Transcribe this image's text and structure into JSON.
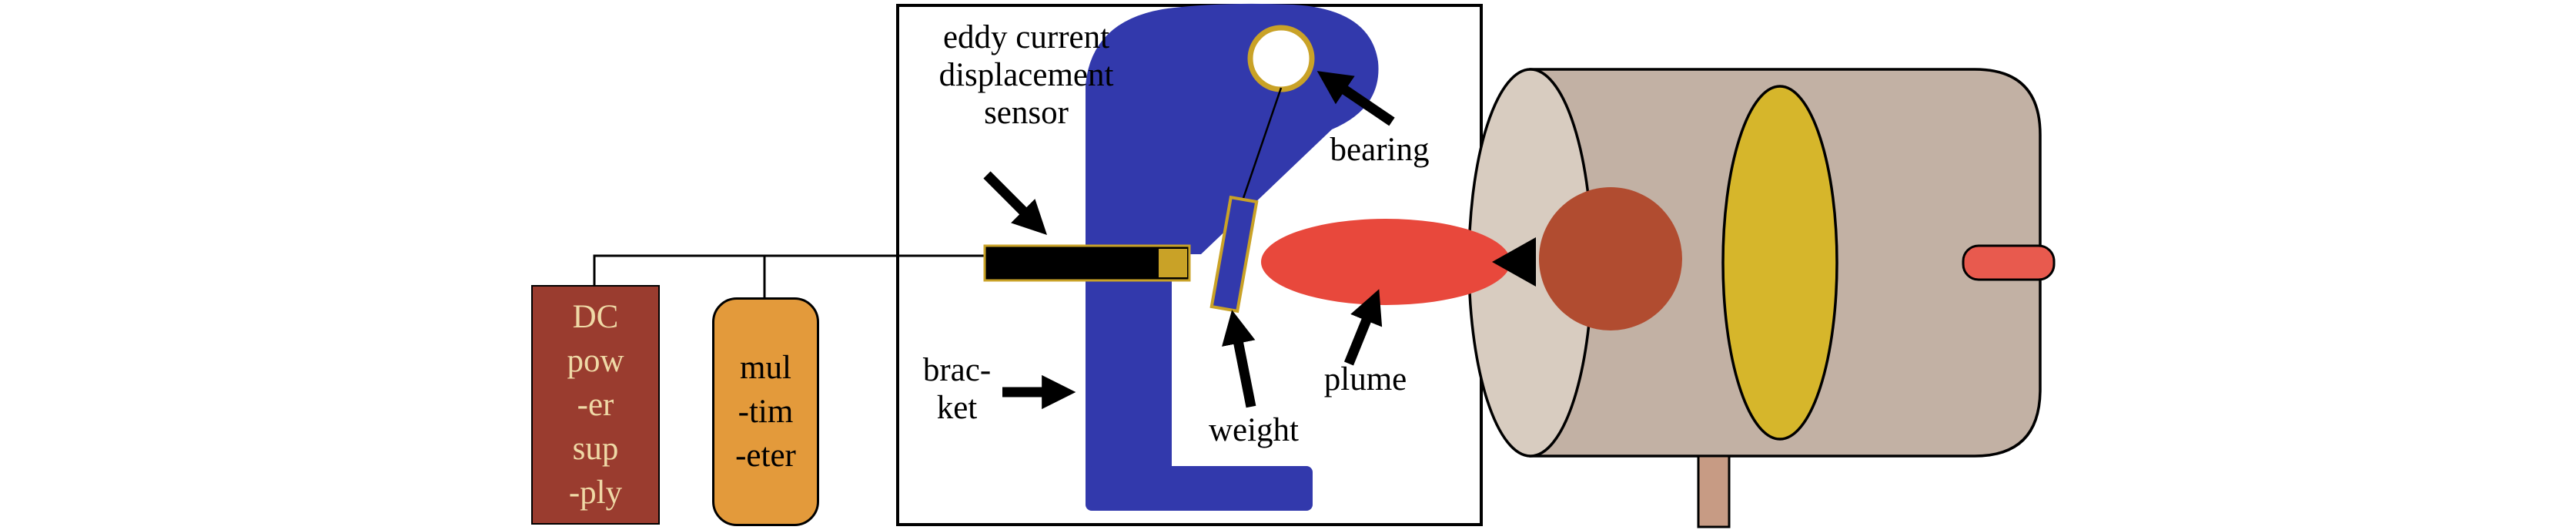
{
  "figure": {
    "description": "Experimental setup diagram: eddy current displacement sensor on a bracket measuring a weight hung from a bearing, with a plume entering a vacuum chamber; DC power supply and multimeter connected to the sensor."
  },
  "labels": {
    "sensor": [
      "eddy current",
      "displacement",
      "sensor"
    ],
    "bearing": "bearing",
    "bracket": [
      "brac-",
      "ket"
    ],
    "weight": "weight",
    "plume": "plume",
    "dc_power_supply": [
      "DC",
      "pow",
      "-er",
      "sup",
      "-ply"
    ],
    "multimeter": [
      "mul",
      "-tim",
      "-eter"
    ]
  },
  "colors": {
    "bracket_blue": "#3239AC",
    "sensor_black": "#000000",
    "sensor_gold": "#C9A227",
    "plume_red": "#E8483C",
    "dc_supply_bg": "#9A3C2F",
    "dc_supply_text": "#EFD9A6",
    "multimeter_bg": "#E39A3B",
    "chamber_body": "#C2B1A4",
    "chamber_end": "#D8CCC0",
    "window_yellow": "#D6B62B",
    "disc_brown": "#B14C30",
    "rod_red": "#E85A4E",
    "leg_tan": "#C79B84",
    "wire_black": "#000000"
  }
}
